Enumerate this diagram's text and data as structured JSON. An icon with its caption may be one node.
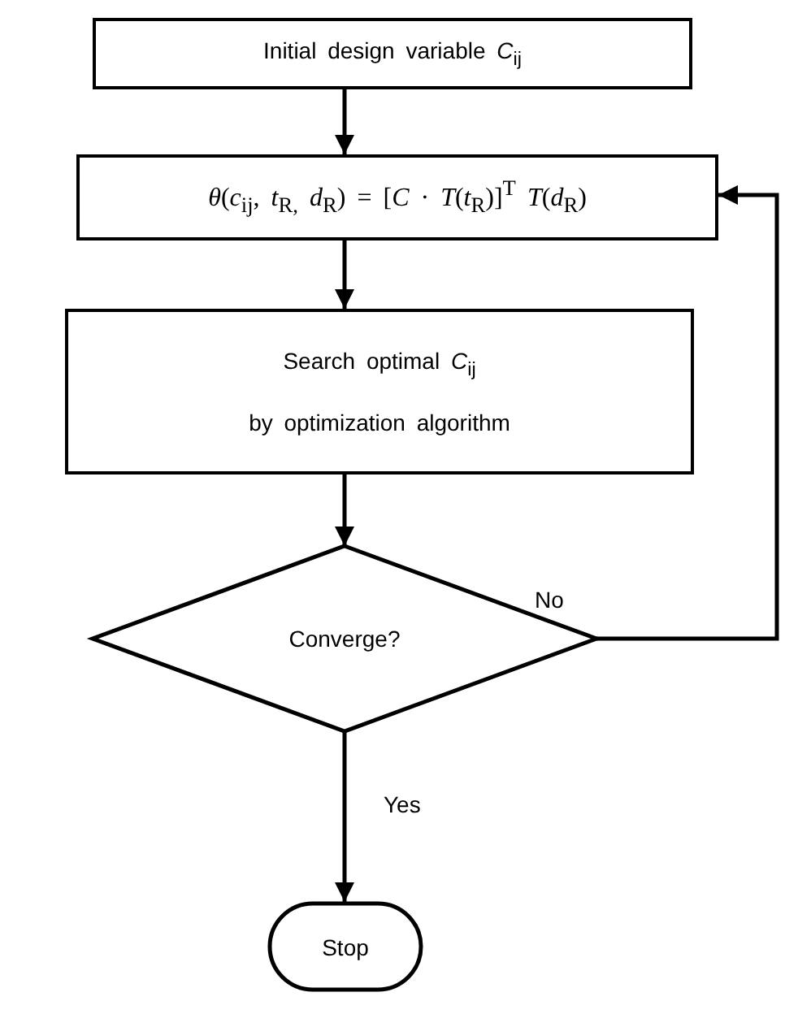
{
  "diagram": {
    "nodes": [
      {
        "text": [
          "Initial design variable *C*$_{ij}$"
        ]
      },
      {
        "text": [
          "*θ*(*c*$_{ij}$, *t*$_{R,}$ *d*$_{R}$) = [*C* · *T*(*t*$_{R}$)]$^{T}$ *T*(*d*$_{R}$)"
        ]
      },
      {
        "text": [
          "Search optimal *C*$_{ij}$",
          "by optimization algorithm"
        ]
      },
      {
        "text": [
          "Converge?"
        ]
      },
      {
        "text": [
          "Stop"
        ]
      }
    ],
    "edges": [
      {
        "from": 0,
        "to": 1,
        "arrow": "to"
      },
      {
        "from": 1,
        "to": 2,
        "arrow": "to"
      },
      {
        "from": 2,
        "to": 3,
        "arrow": "to"
      },
      {
        "from": 3,
        "to": 1,
        "arrow": "to",
        "label": "No"
      },
      {
        "from": 3,
        "to": 4,
        "arrow": "to",
        "label": "Yes"
      }
    ]
  }
}
